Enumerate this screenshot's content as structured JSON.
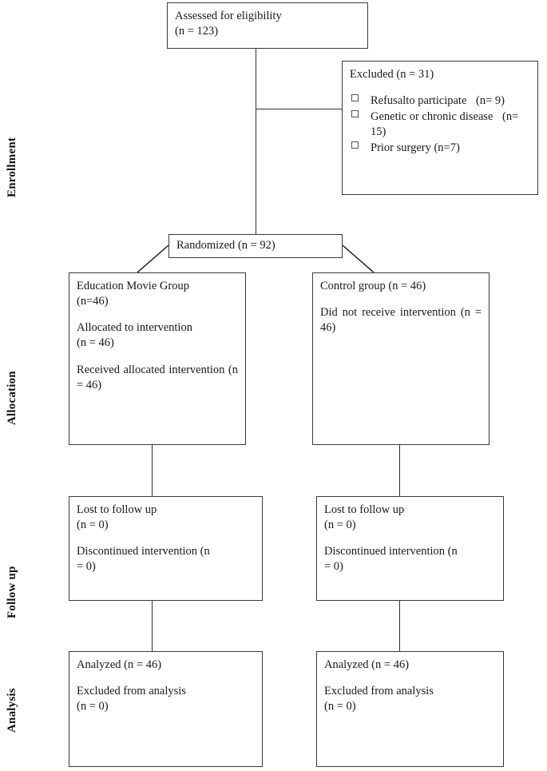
{
  "diagram": {
    "type": "consort-flow-diagram",
    "title": "CONSORT participant flow diagram"
  },
  "stages": [
    {
      "id": "enrollment",
      "label": "Enrollment"
    },
    {
      "id": "allocation",
      "label": "Allocation"
    },
    {
      "id": "followup",
      "label": "Follow up"
    },
    {
      "id": "analysis",
      "label": "Analysis"
    }
  ],
  "nodes": {
    "assessed": {
      "name": "assessed-for-eligibility",
      "lines": [
        "Assessed for eligibility",
        "(n = 123)"
      ],
      "n": 123
    },
    "excluded": {
      "name": "excluded",
      "title": "Excluded (n = 31)",
      "n": 31,
      "reasons": [
        {
          "text": "Refusalto participate",
          "sub": "(n= 9)",
          "n": 9
        },
        {
          "text": " Genetic or chronic disease",
          "sub": "(n= 15)",
          "n": 15
        },
        {
          "text": "Prior surgery (n=7)",
          "sub": "",
          "n": 7
        }
      ]
    },
    "randomized": {
      "name": "randomized",
      "text": "Randomized (n = 92)",
      "n": 92
    },
    "intervention_alloc": {
      "name": "education-movie-group-allocation",
      "blocks": [
        [
          "Education Movie Group",
          "(n=46)"
        ],
        [
          "Allocated to intervention",
          "(n = 46)"
        ],
        [
          "Received allocated intervention (n = 46)"
        ]
      ],
      "n": 46
    },
    "control_alloc": {
      "name": "control-group-allocation",
      "blocks": [
        [
          " Control group (n = 46)"
        ],
        [
          "Did not receive intervention (n = 46)"
        ]
      ],
      "n": 46
    },
    "intervention_followup": {
      "name": "intervention-follow-up",
      "blocks": [
        [
          "Lost to follow up",
          "(n = 0)"
        ],
        [
          "Discontinued intervention (n",
          "= 0)"
        ]
      ],
      "lost": 0,
      "discontinued": 0
    },
    "control_followup": {
      "name": "control-follow-up",
      "blocks": [
        [
          "Lost to follow up",
          "(n = 0)"
        ],
        [
          "Discontinued intervention (n",
          "= 0)"
        ]
      ],
      "lost": 0,
      "discontinued": 0
    },
    "intervention_analysis": {
      "name": "intervention-analysis",
      "blocks": [
        [
          "Analyzed (n = 46)"
        ],
        [
          "Excluded from analysis",
          " (n = 0)"
        ]
      ],
      "analyzed": 46,
      "excluded": 0
    },
    "control_analysis": {
      "name": "control-analysis",
      "blocks": [
        [
          "Analyzed (n = 46)"
        ],
        [
          "Excluded from analysis",
          " (n = 0)"
        ]
      ],
      "analyzed": 46,
      "excluded": 0
    }
  },
  "colors": {
    "box_border": "#3a3a3a",
    "line": "#2f2f2f",
    "text": "#1a1a1a",
    "background": "#ffffff"
  }
}
